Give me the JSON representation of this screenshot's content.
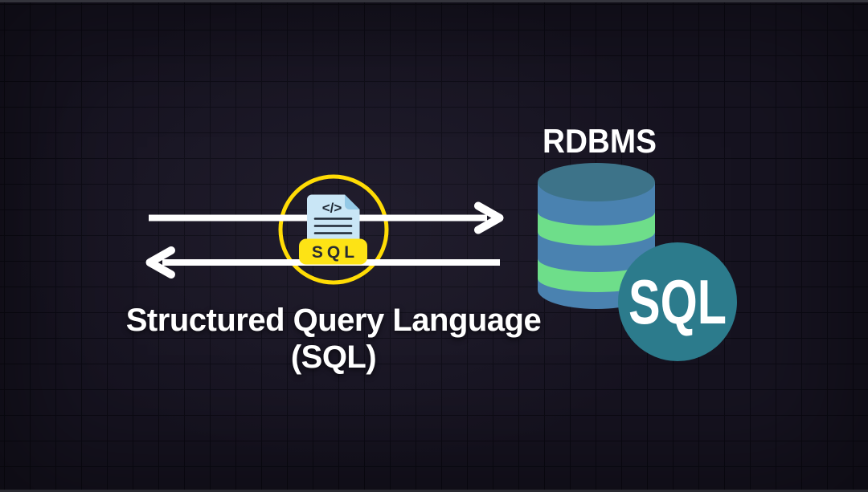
{
  "scene": {
    "caption_line1": "Structured Query Language",
    "caption_line2": "(SQL)",
    "rdbms_label": "RDBMS",
    "sql_code_glyph": "</>",
    "sql_file_badge": "SQL",
    "sql_circle_label": "SQL"
  },
  "colors": {
    "background": "#161320",
    "grid_line": "#0b0a13",
    "accent_yellow": "#ffdc05",
    "badge_yellow": "#fde315",
    "document_blue": "#c9e6f6",
    "document_fold_blue": "#94c9e6",
    "document_ink": "#1d2733",
    "arrow_white": "#ffffff",
    "cylinder_body_blue": "#4a82b0",
    "cylinder_top_teal": "#3d7389",
    "stripe_green": "#6ede8a",
    "sql_circle_teal": "#2c7b8c",
    "text_white": "#ffffff"
  }
}
